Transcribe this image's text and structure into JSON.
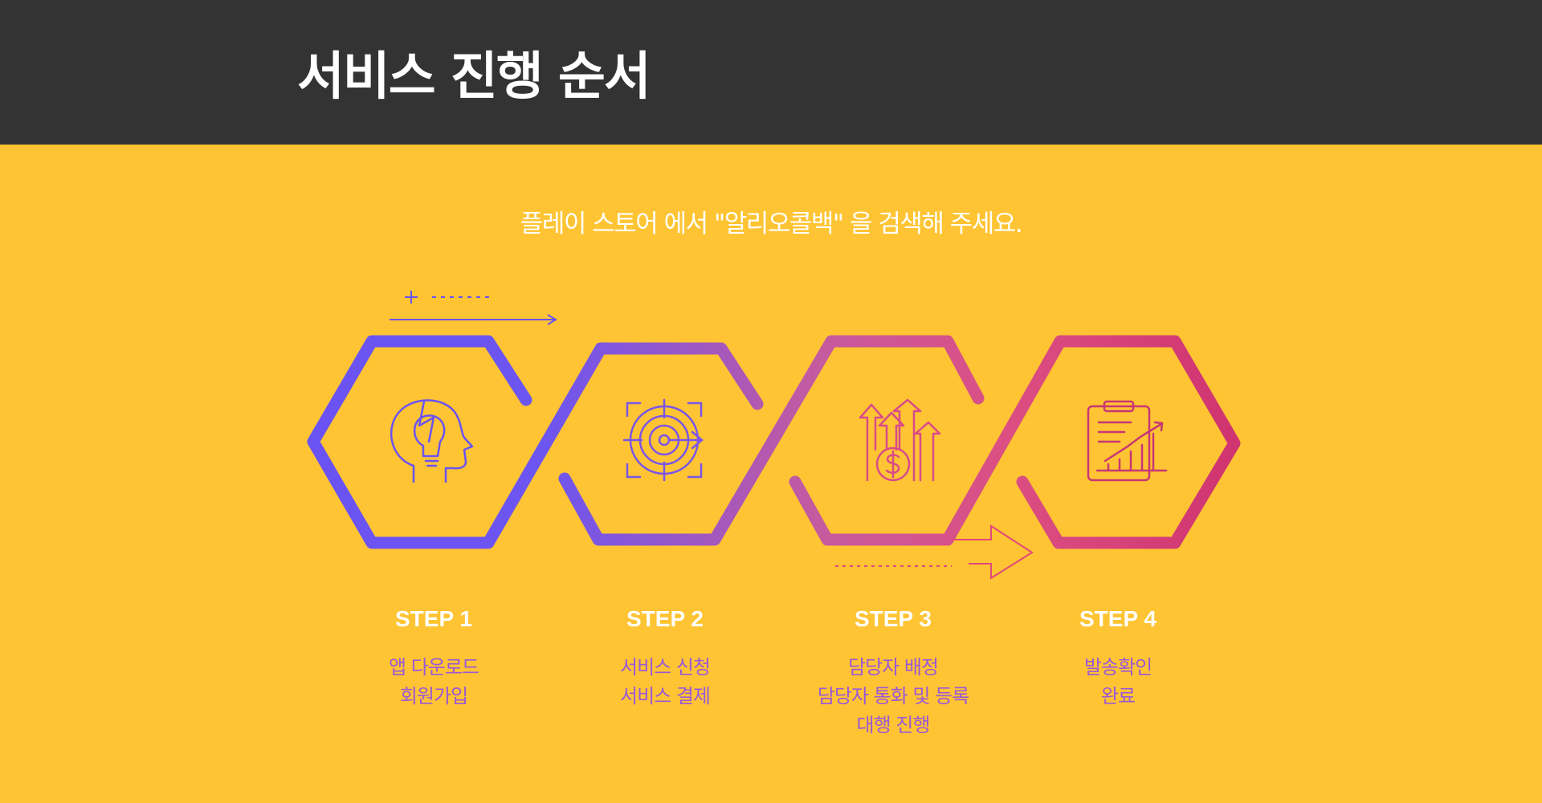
{
  "header": {
    "title": "서비스 진행 순서"
  },
  "instruction": "플레이 스토어 에서 \"알리오콜백\"  을 검색해 주세요.",
  "colors": {
    "header_bg": "#333333",
    "main_bg": "#FEC433",
    "gradient_start": "#6B53F3",
    "gradient_end": "#D03470",
    "step_text": "#9B59D6"
  },
  "steps": [
    {
      "label": "STEP 1",
      "icon": "lightbulb-head-icon",
      "lines": [
        "앱 다운로드",
        "회원가입"
      ]
    },
    {
      "label": "STEP 2",
      "icon": "target-icon",
      "lines": [
        "서비스 신청",
        "서비스 결제"
      ]
    },
    {
      "label": "STEP 3",
      "icon": "money-growth-icon",
      "lines": [
        "담당자 배정",
        "담당자 통화 및 등록",
        "대행 진행"
      ]
    },
    {
      "label": "STEP 4",
      "icon": "report-chart-icon",
      "lines": [
        "발송확인",
        "완료"
      ]
    }
  ]
}
